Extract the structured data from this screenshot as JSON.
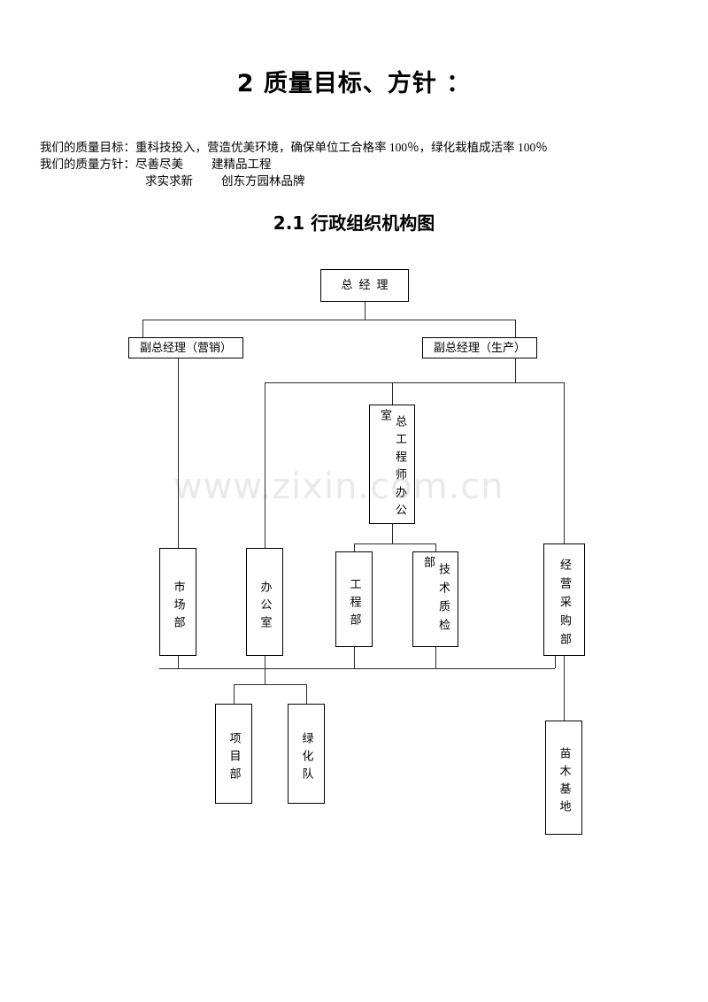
{
  "document": {
    "title": "2 质量目标、方针 ：",
    "section_title": "2.1 行政组织机构图",
    "watermark": "www.zixin.com.cn"
  },
  "policy": {
    "line1_label": "我们的质量目标：",
    "line1_text": "重科技投入，营造优美环境，确保单位工合格率 100％，绿化栽植成活率 100％",
    "line2_label": "我们的质量方针：",
    "line2_col1": "尽善尽美",
    "line2_col2": "建精品工程",
    "line3_col1": "求实求新",
    "line3_col2": "创东方园林品牌"
  },
  "orgchart": {
    "nodes": {
      "general_manager": "总经理",
      "vp_marketing": "副总经理（营销）",
      "vp_production": "副总经理（生产）",
      "chief_engineer_office": "总工程师办公室",
      "market_dept": "市场部",
      "office": "办公室",
      "engineering_dept": "工程部",
      "tech_qc_dept": "技术质检部",
      "procurement_dept": "经营采购部",
      "project_dept": "项目部",
      "greening_team": "绿化队",
      "nursery_base": "苗木基地"
    }
  }
}
